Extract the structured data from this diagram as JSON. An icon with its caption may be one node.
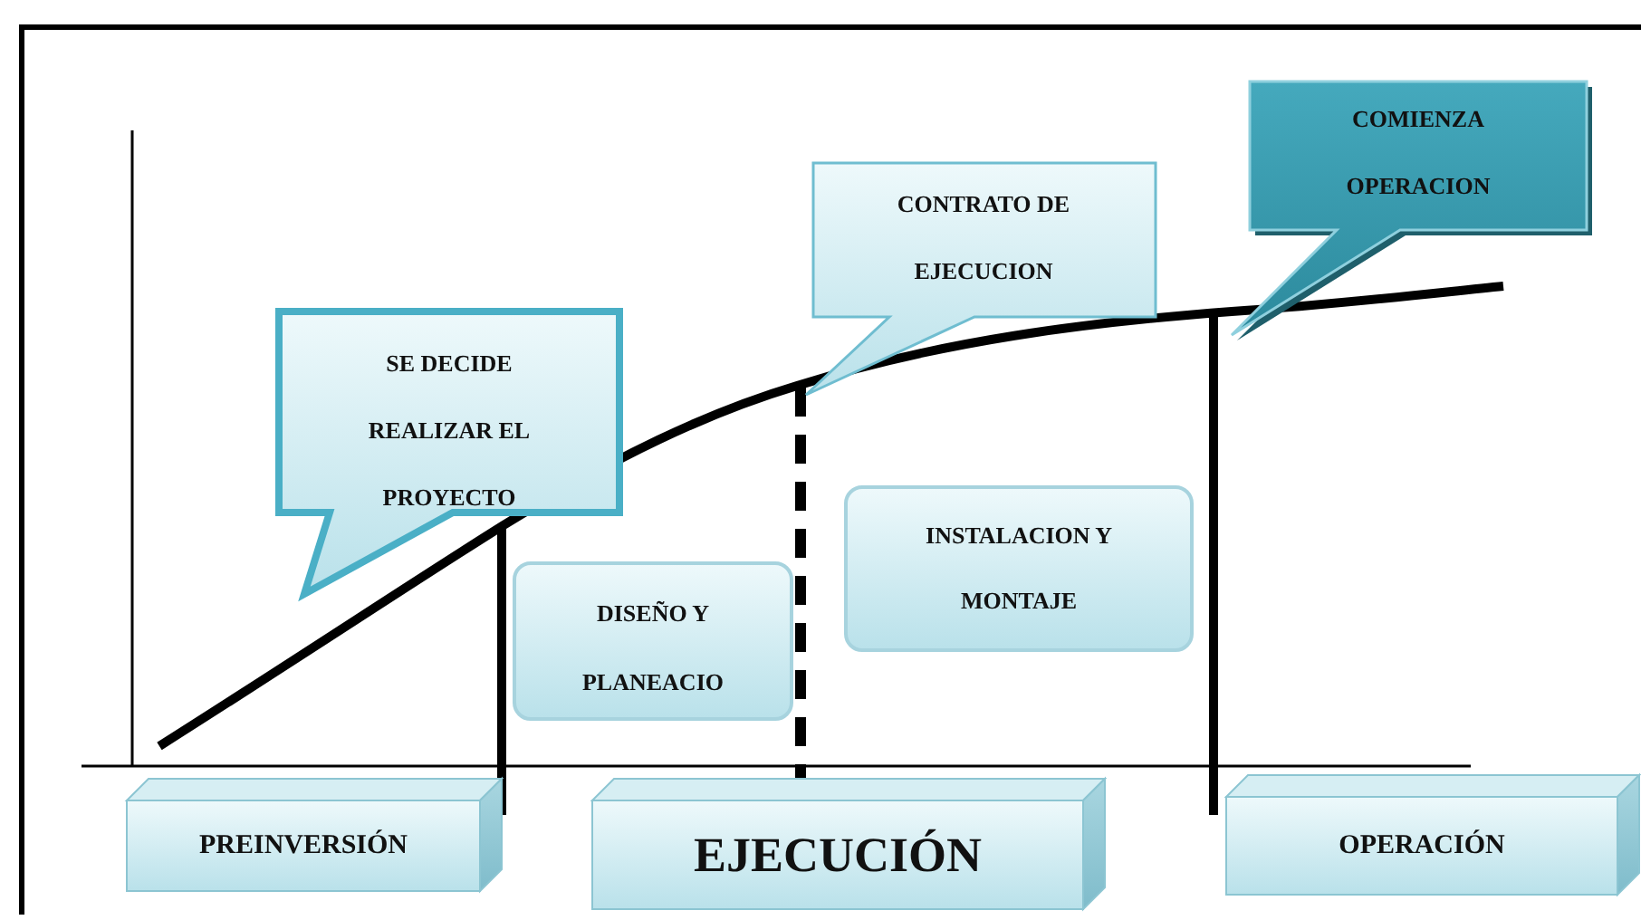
{
  "diagram": {
    "nodes": [
      {
        "text": [
          "SE DECIDE REALIZAR EL PROYECTO"
        ]
      },
      {
        "text": [
          "CONTRATO DE EJECUCION"
        ]
      },
      {
        "text": [
          "COMIENZA OPERACION"
        ]
      },
      {
        "text": [
          "DISEÑO Y PLANEACIO"
        ]
      },
      {
        "text": [
          "INSTALACION Y MONTAJE"
        ]
      },
      {
        "text": [
          "PREINVERSIÓN"
        ]
      },
      {
        "text": [
          "EJECUCIÓN"
        ]
      },
      {
        "text": [
          "OPERACIÓN"
        ]
      }
    ]
  }
}
